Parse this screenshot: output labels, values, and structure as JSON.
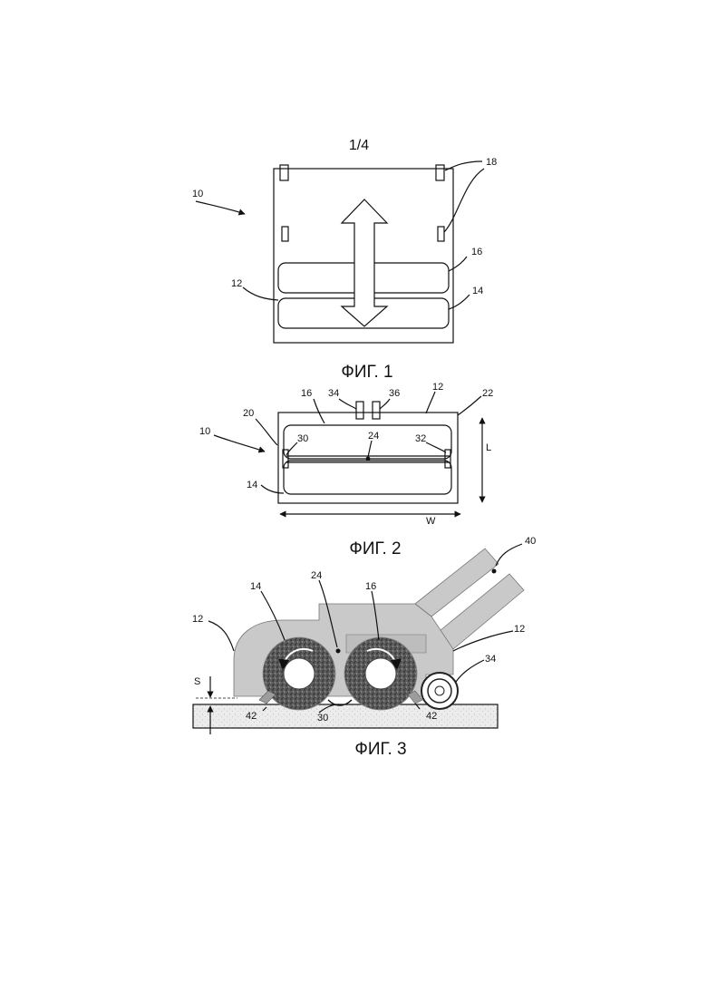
{
  "page": {
    "sheet_number": "1/4"
  },
  "fig1": {
    "caption": "ФИГ. 1",
    "labels": {
      "n10": "10",
      "n18": "18",
      "n16": "16",
      "n12": "12",
      "n14": "14"
    }
  },
  "fig2": {
    "caption": "ФИГ. 2",
    "labels": {
      "n16": "16",
      "n34": "34",
      "n36": "36",
      "n12": "12",
      "n22": "22",
      "n20": "20",
      "n10": "10",
      "n30": "30",
      "n24": "24",
      "n32": "32",
      "n14": "14",
      "L": "L",
      "W": "W"
    }
  },
  "fig3": {
    "caption": "ФИГ. 3",
    "labels": {
      "n40": "40",
      "n24": "24",
      "n14": "14",
      "n16": "16",
      "n12a": "12",
      "n12b": "12",
      "n34": "34",
      "S": "S",
      "n42a": "42",
      "n30": "30",
      "n42b": "42"
    }
  }
}
